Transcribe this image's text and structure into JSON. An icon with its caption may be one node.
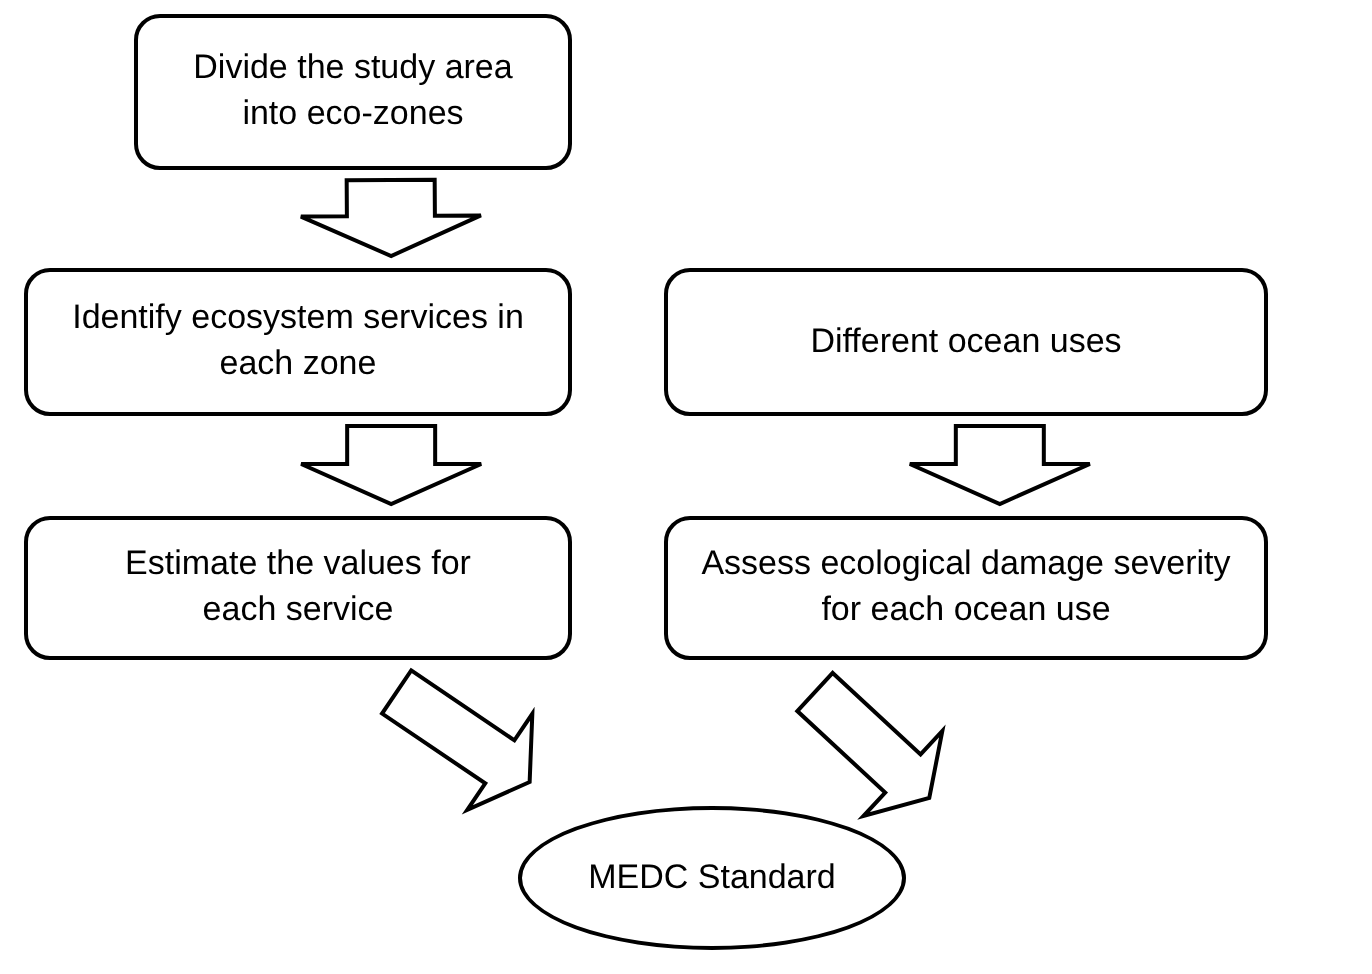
{
  "diagram": {
    "nodes": [
      {
        "text": [
          "Divide the study area into eco-zones"
        ]
      },
      {
        "text": [
          "Identify ecosystem services in each zone"
        ]
      },
      {
        "text": [
          "Different ocean uses"
        ]
      },
      {
        "text": [
          "Estimate the values for each service"
        ]
      },
      {
        "text": [
          "Assess ecological damage severity for each ocean use"
        ]
      },
      {
        "text": [
          "MEDC Standard"
        ]
      }
    ],
    "edges": [
      {
        "from": 0,
        "to": 1,
        "arrow": "to"
      },
      {
        "from": 1,
        "to": 3,
        "arrow": "to"
      },
      {
        "from": 2,
        "to": 4,
        "arrow": "to"
      },
      {
        "from": 3,
        "to": 5,
        "arrow": "to"
      },
      {
        "from": 4,
        "to": 5,
        "arrow": "to"
      }
    ]
  }
}
